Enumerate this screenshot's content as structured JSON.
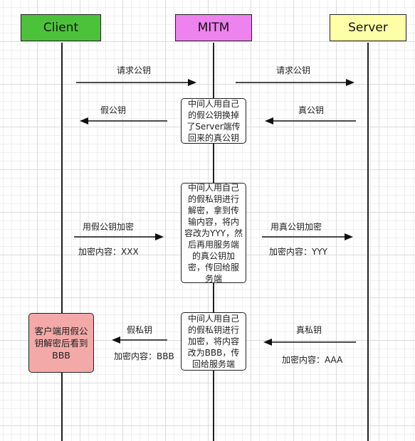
{
  "actors": {
    "client": {
      "label": "Client",
      "color": "#4cc23b"
    },
    "mitm": {
      "label": "MITM",
      "color": "#ee82ee"
    },
    "server": {
      "label": "Server",
      "color": "#ffffa8"
    }
  },
  "messages": {
    "m1": {
      "label": "请求公钥"
    },
    "m2": {
      "label": "请求公钥"
    },
    "m3": {
      "label": "真公钥"
    },
    "m4": {
      "label": "假公钥"
    },
    "m5": {
      "label": "用假公钥加密",
      "sub": "加密内容：XXX"
    },
    "m6": {
      "label": "用真公钥加密",
      "sub": "加密内容：YYY"
    },
    "m7": {
      "label": "真私钥",
      "sub": "加密内容：AAA"
    },
    "m8": {
      "label": "假私钥",
      "sub": "加密内容：BBB"
    }
  },
  "notes": {
    "note1": "中间人用自己的假公钥换掉了Server端传回来的真公钥",
    "note2": "中间人用自己的假私钥进行解密，拿到传输内容，将内容改为YYY，然后再用服务端的真公钥加密，传回给服务端",
    "note3": "中间人用自己的假私钥进行加密，将内容改为BBB，传回给服务端",
    "client_note": {
      "text": "客户端用假公钥解密后看到BBB",
      "color": "#f4a9a9"
    }
  }
}
